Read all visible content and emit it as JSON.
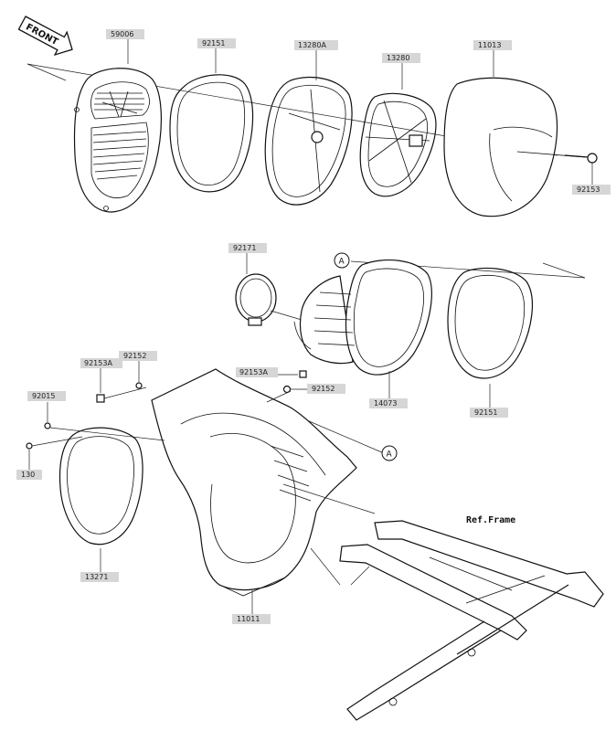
{
  "front_badge": "FRONT",
  "ref_frame": "Ref.Frame",
  "callouts": {
    "a_top": "A",
    "a_bottom": "A"
  },
  "parts": {
    "p59006": "59006",
    "p92151_top": "92151",
    "p13280a": "13280A",
    "p13280": "13280",
    "p11013": "11013",
    "p92153": "92153",
    "p92171": "92171",
    "p92152_left": "92152",
    "p92153a_left": "92153A",
    "p92153a_right": "92153A",
    "p92152_right": "92152",
    "p14073": "14073",
    "p92151_bottom": "92151",
    "p92015": "92015",
    "p130": "130",
    "p13271": "13271",
    "p11011": "11011"
  }
}
